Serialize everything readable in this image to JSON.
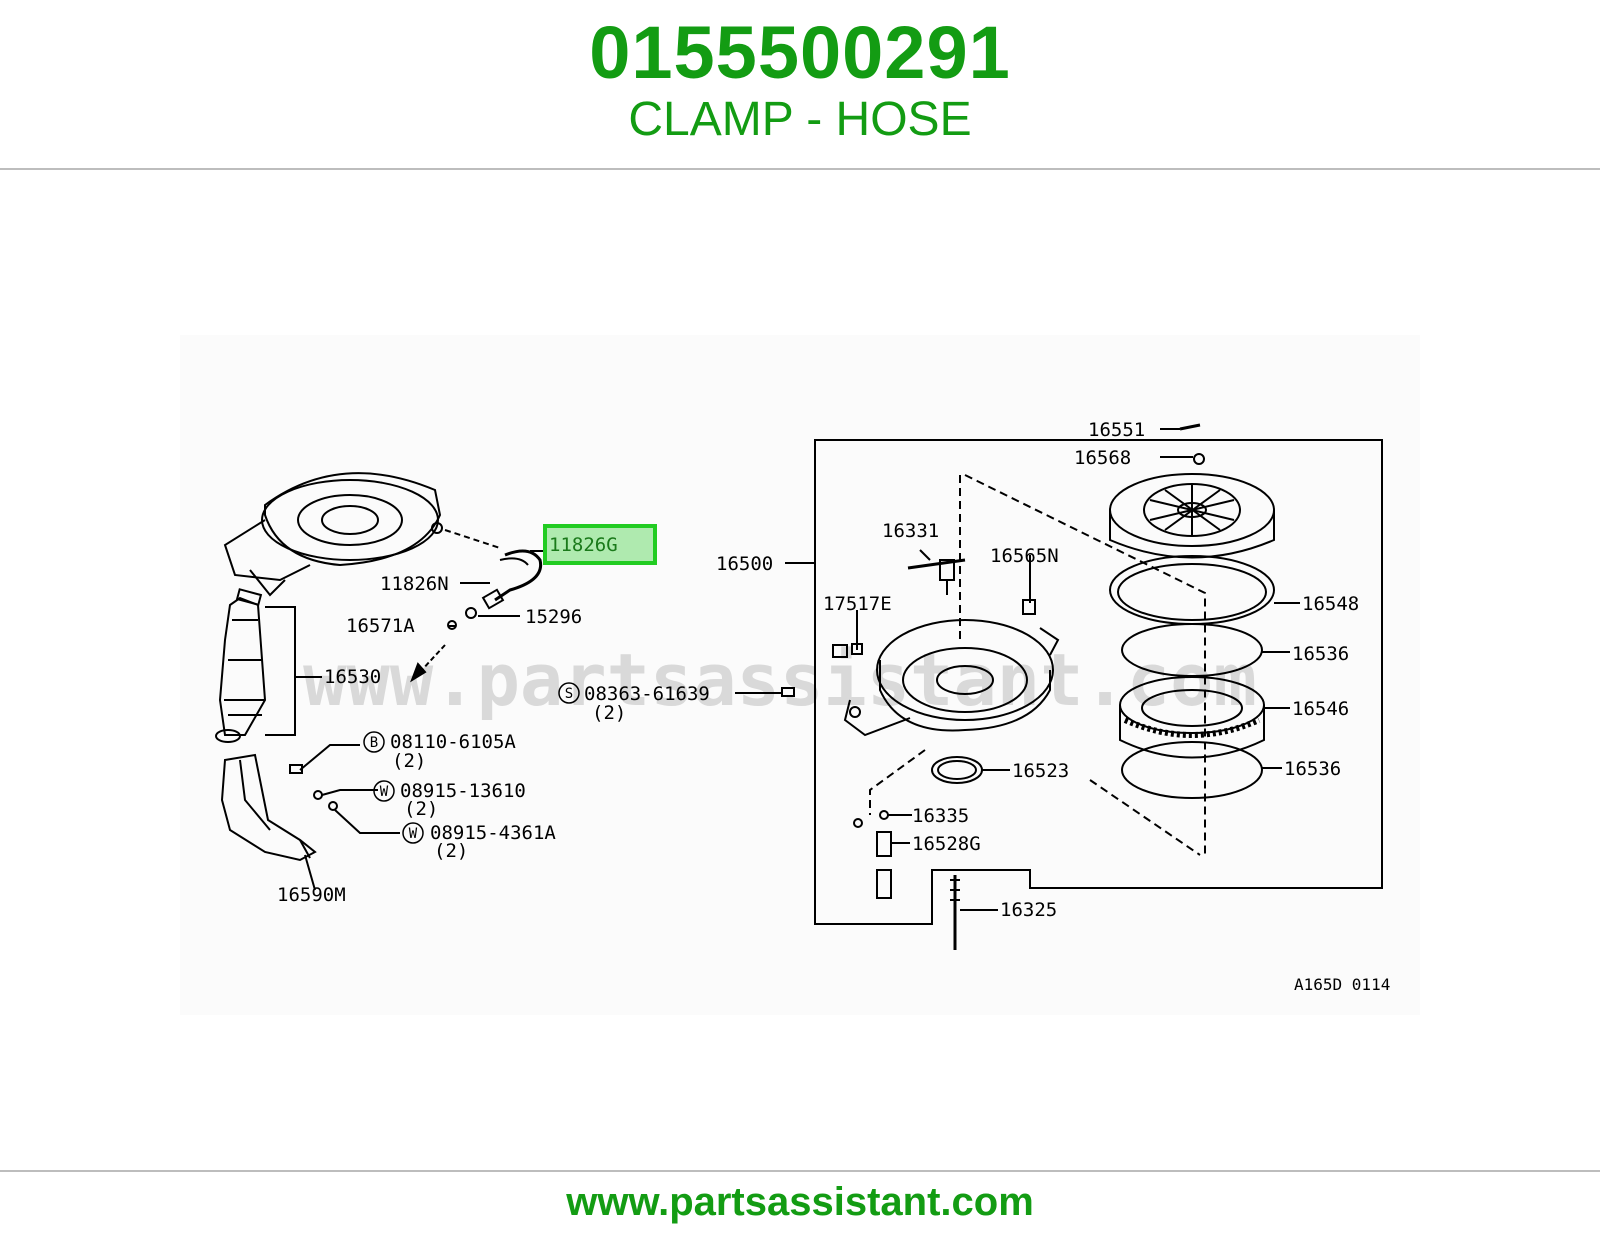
{
  "header": {
    "part_number": "0155500291",
    "part_name": "CLAMP - HOSE"
  },
  "footer": {
    "url": "www.partsassistant.com"
  },
  "diagram": {
    "watermark": "www.partsassistant.com",
    "highlighted_part": "11826G",
    "highlight_color": "#22cc22",
    "drawing_code": "A165D 0114",
    "labels": {
      "p11826G": "11826G",
      "p11826N": "11826N",
      "p16571A": "16571A",
      "p15296": "15296",
      "p16530": "16530",
      "p08110": "08110-6105A",
      "q08110": "(2)",
      "p08915a": "08915-13610",
      "q08915a": "(2)",
      "p08915b": "08915-4361A",
      "q08915b": "(2)",
      "p16590M": "16590M",
      "p16551": "16551",
      "p16568": "16568",
      "p16331": "16331",
      "p16565N": "16565N",
      "p16500": "16500",
      "p17517E": "17517E",
      "p08363": "08363-61639",
      "q08363": "(2)",
      "p16548": "16548",
      "p16536a": "16536",
      "p16546": "16546",
      "p16523": "16523",
      "p16536b": "16536",
      "p16335": "16335",
      "p16528G": "16528G",
      "p16325": "16325"
    },
    "symbols": {
      "s08363": "S",
      "s08110": "B",
      "s08915a": "W",
      "s08915b": "W"
    }
  }
}
